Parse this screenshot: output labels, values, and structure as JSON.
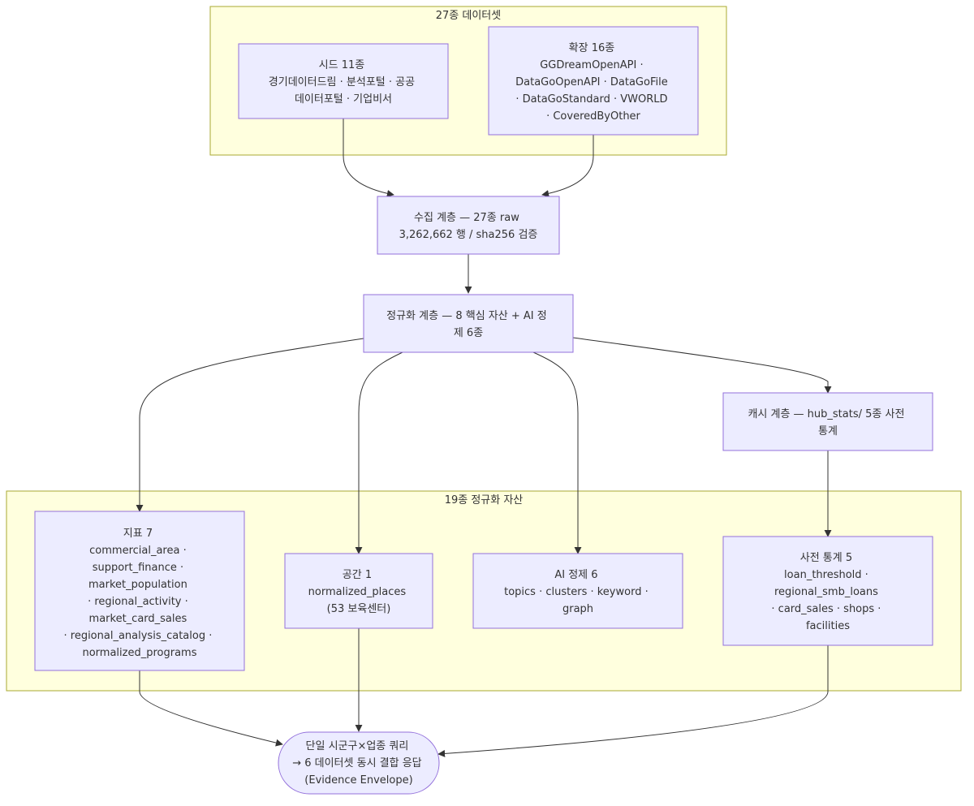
{
  "clusters": {
    "datasets": {
      "title": "27종 데이터셋"
    },
    "assets": {
      "title": "19종 정규화 자산"
    }
  },
  "nodes": {
    "seed": {
      "lines": [
        "시드 11종",
        "경기데이터드림 · 분석포털 · 공공",
        "데이터포털 · 기업비서"
      ]
    },
    "ext": {
      "lines": [
        "확장 16종",
        "GGDreamOpenAPI ·",
        "DataGoOpenAPI · DataGoFile",
        "· DataGoStandard · VWORLD",
        "· CoveredByOther"
      ]
    },
    "collect": {
      "lines": [
        "수집 계층 — 27종 raw",
        "3,262,662 행 / sha256 검증"
      ]
    },
    "normalize": {
      "lines": [
        "정규화 계층 — 8 핵심 자산 + AI 정",
        "제 6종"
      ]
    },
    "cache": {
      "lines": [
        "캐시 계층 — hub_stats/ 5종 사전",
        "통계"
      ]
    },
    "indicator": {
      "lines": [
        "지표 7",
        "commercial_area ·",
        "support_finance ·",
        "market_population",
        "· regional_activity ·",
        "market_card_sales",
        "· regional_analysis_catalog ·",
        "normalized_programs"
      ]
    },
    "space": {
      "lines": [
        "공간 1",
        "normalized_places",
        "(53 보육센터)"
      ]
    },
    "ai": {
      "lines": [
        "AI 정제 6",
        "topics · clusters · keyword ·",
        "graph"
      ]
    },
    "prestat": {
      "lines": [
        "사전 통계 5",
        "loan_threshold ·",
        "regional_smb_loans",
        "· card_sales · shops ·",
        "facilities"
      ]
    },
    "query": {
      "lines": [
        "단일 시군구×업종 쿼리",
        "→ 6 데이터셋 동시 결합 응답",
        "(Evidence Envelope)"
      ]
    }
  },
  "colors": {
    "cluster_fill": "#ffffde",
    "cluster_stroke": "#aaaa33",
    "node_fill": "#ececff",
    "node_stroke": "#9370db",
    "edge": "#333333"
  }
}
